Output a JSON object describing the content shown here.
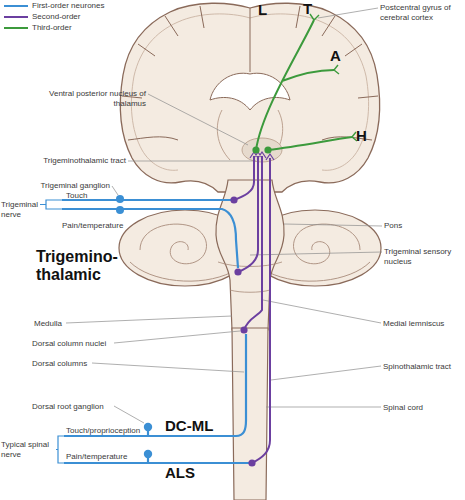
{
  "diagram": {
    "labels": [
      "L",
      "T",
      "A",
      "Postcentral gyrus of cerebral cortex",
      "H",
      "Ventral posterior nucleus of thalamus",
      "Trigeminothalamic tract",
      "Trigeminal ganglion",
      "Touch",
      "Trigeminal nerve",
      "Pain/temperature",
      "Pons",
      "Trigeminal sensory nucleus",
      "Trigemino- thalamic",
      "Medulla",
      "Medial lemniscus",
      "Dorsal column nuclei",
      "Dorsal columns",
      "Spinothalamic tract",
      "Dorsal root ganglion",
      "Spinal cord",
      "DC-ML",
      "Typical spinal nerve",
      "Touch/proprioception",
      "ALS",
      "Pain/temperature"
    ],
    "legend": [
      {
        "text": "First-order neurones"
      },
      {
        "text": "Second-order"
      },
      {
        "text": "Third-order"
      }
    ]
  }
}
